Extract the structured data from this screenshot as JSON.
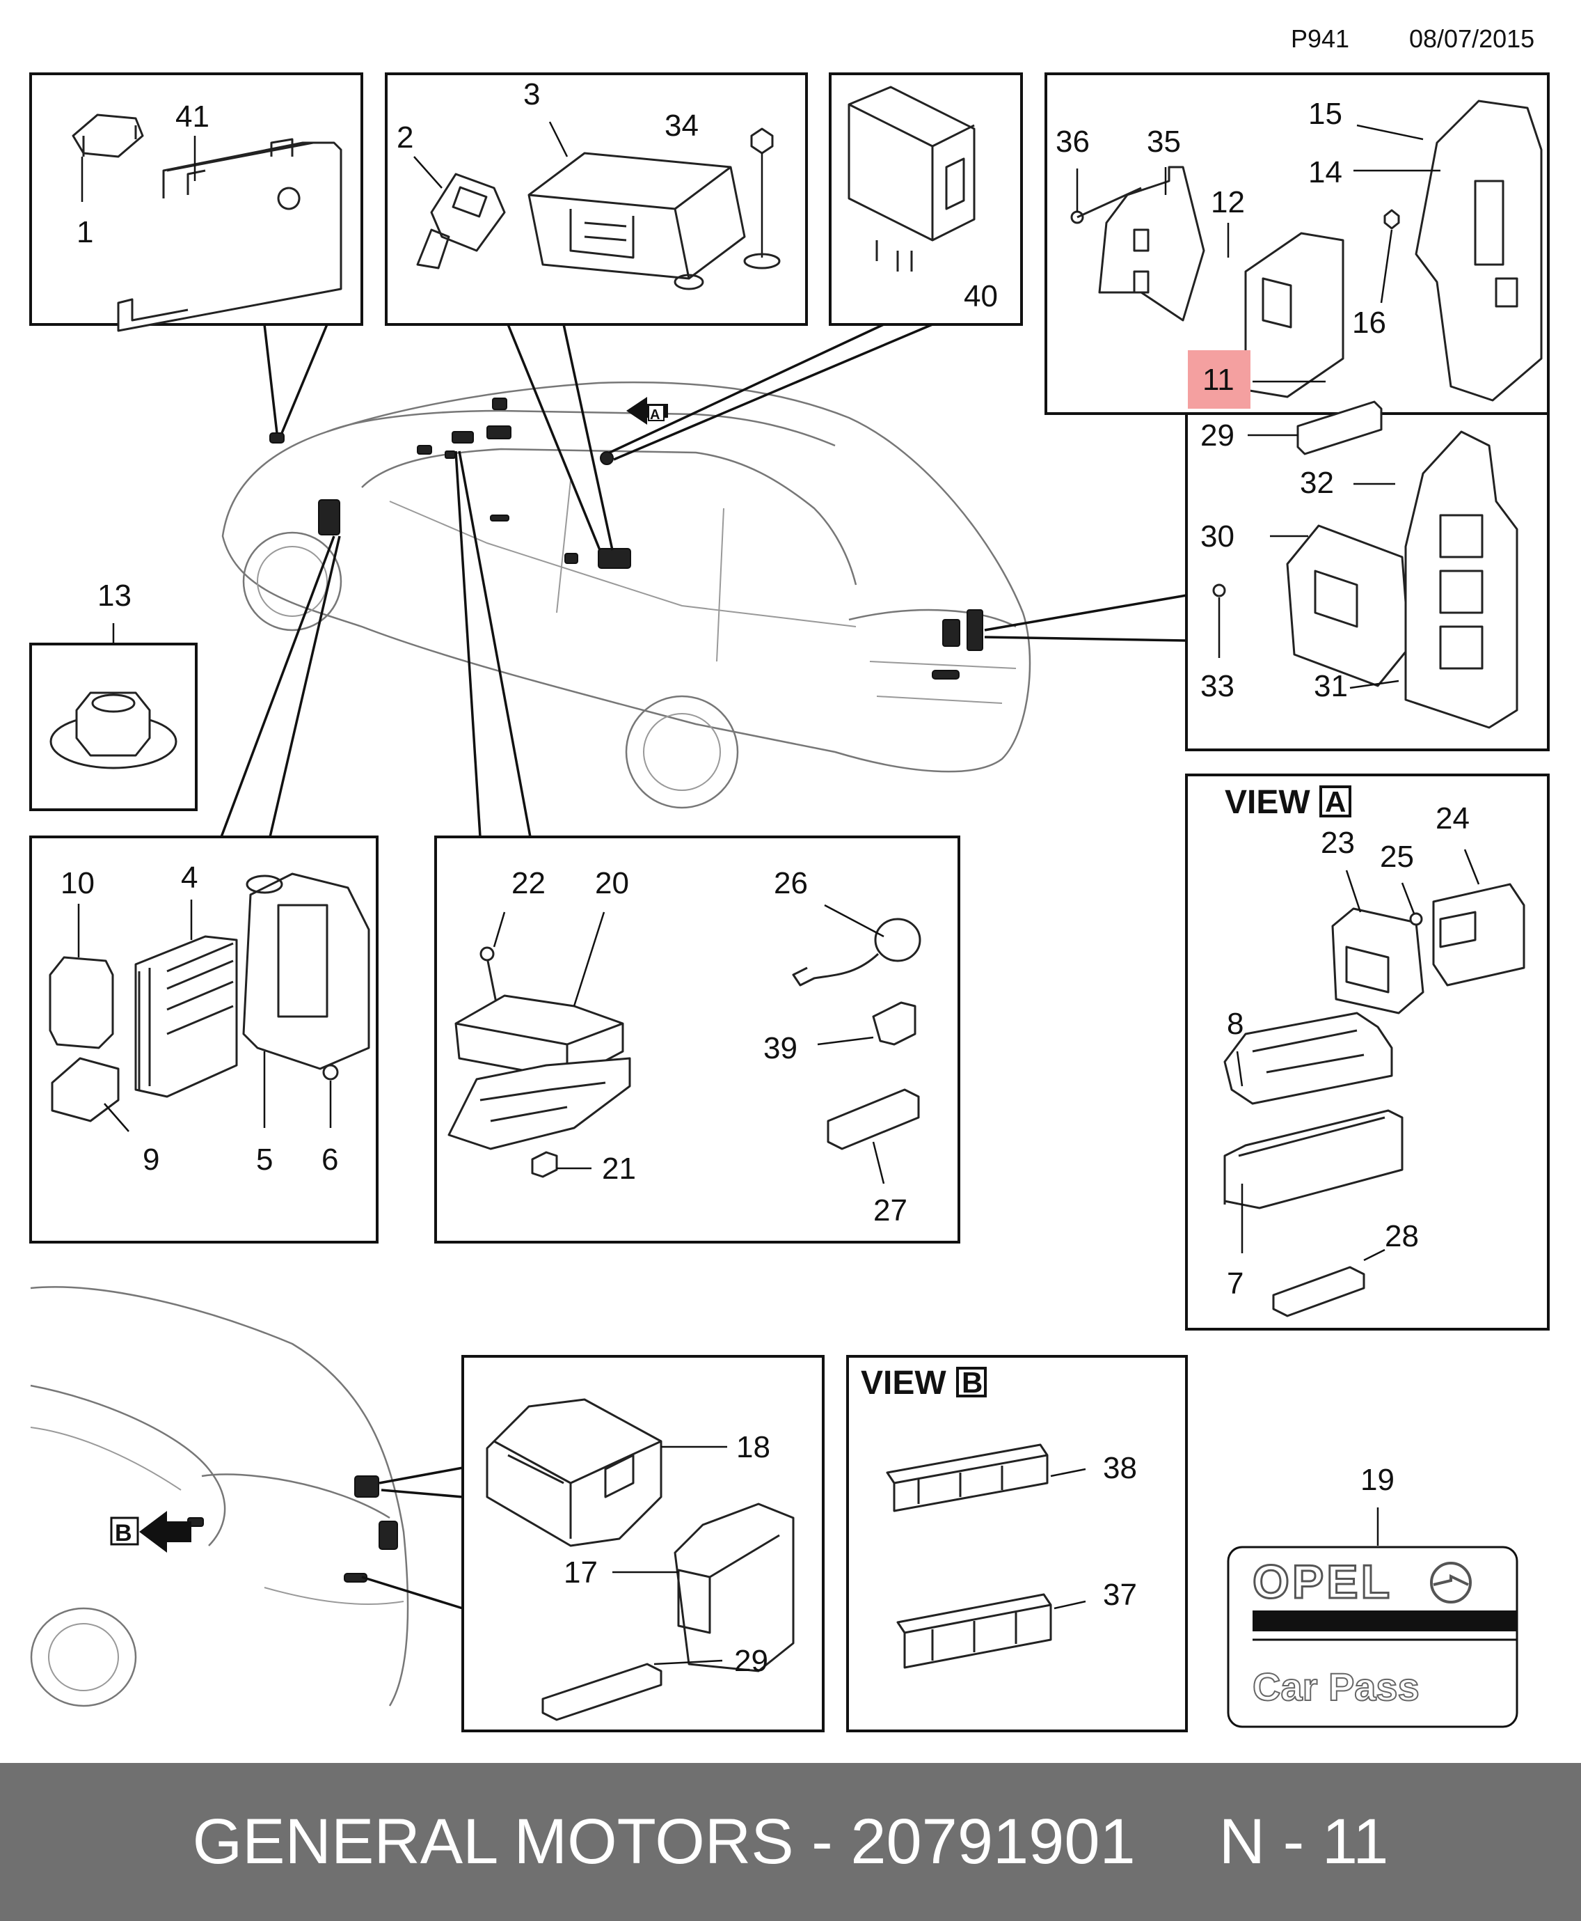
{
  "header": {
    "page_code": "P941",
    "date": "08/07/2015"
  },
  "footer": {
    "brand_and_part": "GENERAL MOTORS - 20791901",
    "ref": "N - 11"
  },
  "views": {
    "view_word": "VIEW",
    "a": "A",
    "b": "B"
  },
  "callouts": [
    "1",
    "2",
    "3",
    "4",
    "5",
    "6",
    "7",
    "8",
    "9",
    "10",
    "11",
    "12",
    "13",
    "14",
    "15",
    "16",
    "17",
    "18",
    "19",
    "20",
    "21",
    "22",
    "23",
    "24",
    "25",
    "26",
    "27",
    "28",
    "29",
    "30",
    "31",
    "32",
    "33",
    "34",
    "35",
    "36",
    "37",
    "38",
    "39",
    "40",
    "41"
  ],
  "labels": {
    "p1": "1",
    "p41": "41",
    "p2": "2",
    "p3": "3",
    "p34": "34",
    "p40": "40",
    "p36": "36",
    "p35": "35",
    "p15": "15",
    "p14": "14",
    "p12": "12",
    "p16": "16",
    "p11": "11",
    "p29a": "29",
    "p32": "32",
    "p30": "30",
    "p33": "33",
    "p31": "31",
    "p13": "13",
    "p10": "10",
    "p4": "4",
    "p9": "9",
    "p5": "5",
    "p6": "6",
    "p22": "22",
    "p20": "20",
    "p26": "26",
    "p39": "39",
    "p21": "21",
    "p27": "27",
    "p23": "23",
    "p25": "25",
    "p24": "24",
    "p8": "8",
    "p28": "28",
    "p7": "7",
    "p18": "18",
    "p17": "17",
    "p29b": "29",
    "p38": "38",
    "p37": "37",
    "p19": "19"
  },
  "highlight": {
    "part": "11",
    "color": "#f4a0a0"
  },
  "car_pass": {
    "brand": "OPEL",
    "caption": "Car Pass"
  },
  "colors": {
    "footer_bg": "#707070",
    "footer_text": "#ffffff",
    "line": "#111111"
  }
}
